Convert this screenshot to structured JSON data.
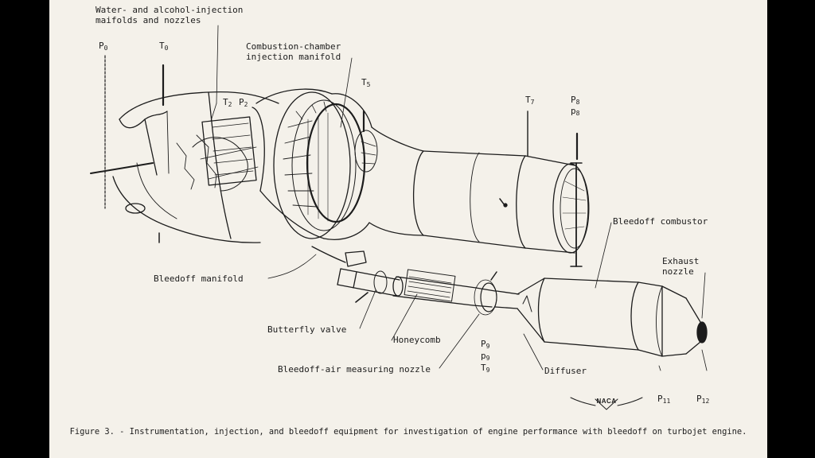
{
  "labels": {
    "injection_line1": "Water- and alcohol-injection",
    "injection_line2": "maifolds and nozzles",
    "combustion_line1": "Combustion-chamber",
    "combustion_line2": "injection manifold",
    "bleedoff_combustor": "Bleedoff combustor",
    "exhaust_line1": "Exhaust",
    "exhaust_line2": "nozzle",
    "bleedoff_manifold": "Bleedoff manifold",
    "butterfly_valve": "Butterfly valve",
    "honeycomb": "Honeycomb",
    "measuring_nozzle": "Bleedoff-air measuring nozzle",
    "diffuser": "Diffuser"
  },
  "symbols": {
    "p0": {
      "base": "P",
      "sub": "0"
    },
    "t0": {
      "base": "T",
      "sub": "0"
    },
    "t2": {
      "base": "T",
      "sub": "2"
    },
    "p2": {
      "base": "P",
      "sub": "2"
    },
    "t5": {
      "base": "T",
      "sub": "5"
    },
    "t7": {
      "base": "T",
      "sub": "7"
    },
    "p8a": {
      "base": "P",
      "sub": "8"
    },
    "p8b": {
      "base": "p",
      "sub": "8"
    },
    "p9a": {
      "base": "P",
      "sub": "9"
    },
    "p9b": {
      "base": "p",
      "sub": "9"
    },
    "t9": {
      "base": "T",
      "sub": "9"
    },
    "p11": {
      "base": "P",
      "sub": "11"
    },
    "p12": {
      "base": "P",
      "sub": "12"
    }
  },
  "naca_logo_text": "NACA",
  "caption": "Figure 3. - Instrumentation, injection, and bleedoff equipment for investigation of engine performance with bleedoff on turbojet engine.",
  "colors": {
    "paper": "#f4f1ea",
    "ink": "#1c1c1c",
    "frame": "#000000"
  }
}
